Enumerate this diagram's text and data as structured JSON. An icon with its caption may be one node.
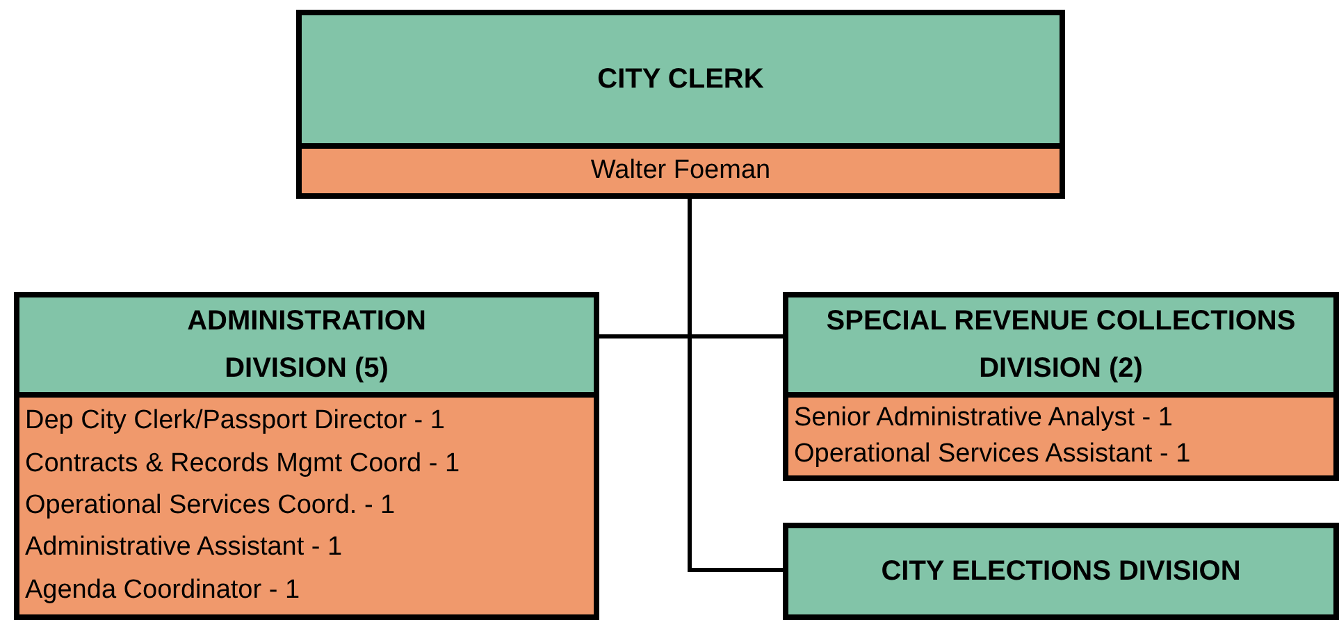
{
  "diagram": {
    "nodes": [
      {
        "text": [
          "CITY CLERK",
          "Walter Foeman"
        ]
      },
      {
        "text": [
          "ADMINISTRATION DIVISION (5)",
          "Dep City Clerk/Passport Director - 1",
          "Contracts & Records Mgmt Coord - 1",
          "Operational Services Coord. - 1",
          "Administrative Assistant - 1",
          "Agenda Coordinator - 1"
        ]
      },
      {
        "text": [
          "SPECIAL REVENUE COLLECTIONS DIVISION (2)",
          "Senior Administrative Analyst - 1",
          "Operational Services Assistant - 1"
        ]
      },
      {
        "text": [
          "CITY ELECTIONS DIVISION"
        ]
      }
    ],
    "edges": [
      {
        "from": 0,
        "to": 1,
        "arrow": "none"
      },
      {
        "from": 0,
        "to": 2,
        "arrow": "none"
      },
      {
        "from": 0,
        "to": 3,
        "arrow": "none"
      }
    ]
  }
}
